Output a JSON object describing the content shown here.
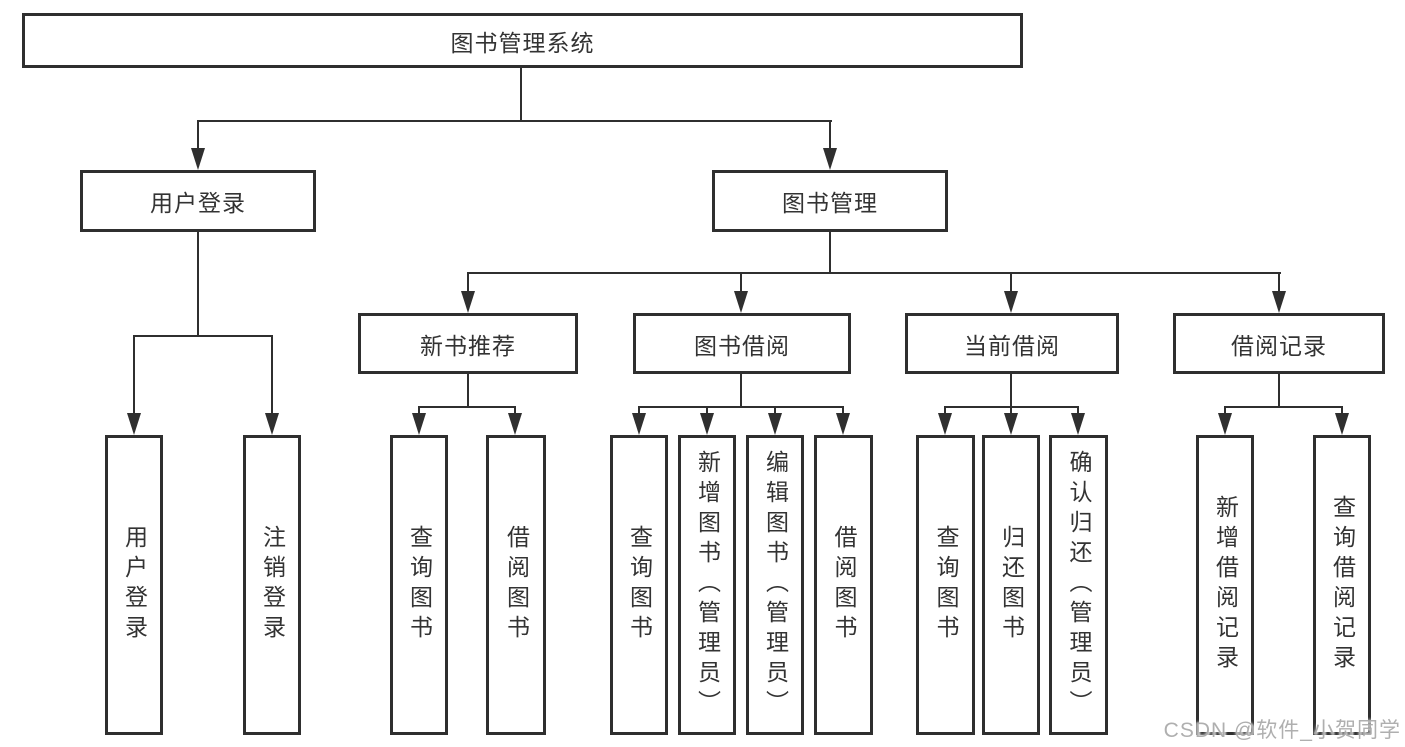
{
  "title": "图书管理系统",
  "watermark": "CSDN @软件_小贺同学",
  "colors": {
    "line": "#2f2f2f",
    "border": "#2f2f2f",
    "text": "#333333",
    "watermark": "#a8a8a8",
    "background": "#ffffff"
  },
  "hierarchy": {
    "label": "图书管理系统",
    "children": [
      {
        "label": "用户登录",
        "children": [
          {
            "label": "用户登录"
          },
          {
            "label": "注销登录"
          }
        ]
      },
      {
        "label": "图书管理",
        "children": [
          {
            "label": "新书推荐",
            "children": [
              {
                "label": "查询图书"
              },
              {
                "label": "借阅图书"
              }
            ]
          },
          {
            "label": "图书借阅",
            "children": [
              {
                "label": "查询图书"
              },
              {
                "label": "新增图书（管理员）"
              },
              {
                "label": "编辑图书（管理员）"
              },
              {
                "label": "借阅图书"
              }
            ]
          },
          {
            "label": "当前借阅",
            "children": [
              {
                "label": "查询图书"
              },
              {
                "label": "归还图书"
              },
              {
                "label": "确认归还（管理员）"
              }
            ]
          },
          {
            "label": "借阅记录",
            "children": [
              {
                "label": "新增借阅记录"
              },
              {
                "label": "查询借阅记录"
              }
            ]
          }
        ]
      }
    ]
  }
}
